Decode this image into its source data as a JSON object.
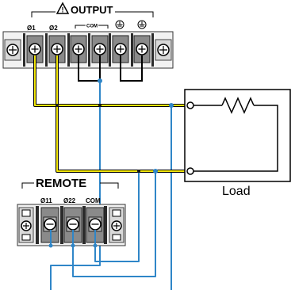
{
  "output_block": {
    "warning_icon": "warning-triangle-icon",
    "title": "OUTPUT",
    "terminal_labels": [
      "Ø1",
      "Ø2"
    ],
    "com_label": "COM",
    "ground_icon": "ground-icon"
  },
  "remote_block": {
    "title": "REMOTE",
    "terminal_labels": [
      "Ø11",
      "Ø22",
      "COM"
    ]
  },
  "load": {
    "label": "Load",
    "resistor_icon": "resistor-icon"
  },
  "colors": {
    "sense_wire": "#2f86c8",
    "power_wire": "#f2e60a",
    "terminal_block": "#8a8a8a"
  }
}
